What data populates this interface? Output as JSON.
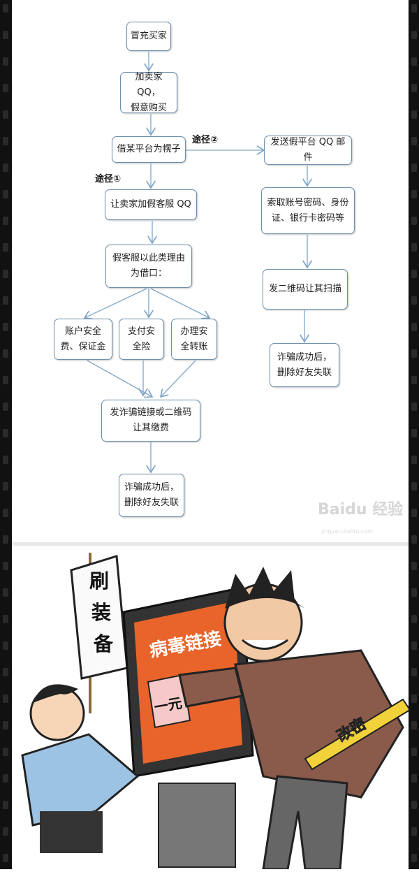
{
  "flowchart": {
    "nodes": {
      "start": "冒充买家",
      "add_qq": "加卖家 QQ，\n假意购买",
      "platform": "借某平台为幌子",
      "fake_cs": "让卖家加假客服 QQ",
      "excuse": "假客服以此类理由\n为借口：",
      "reason1": "账户安全\n费、保证金",
      "reason2": "支付安\n全险",
      "reason3": "办理安\n全转账",
      "send_link": "发诈骗链接或二维码\n让其缴费",
      "end_left": "诈骗成功后，\n删除好友失联",
      "fake_mail": "发送假平台 QQ 邮件",
      "ask_pwd": "索取账号密码、身份\n证、银行卡密码等",
      "send_qr": "发二维码让其扫描",
      "end_right": "诈骗成功后，\n删除好友失联"
    },
    "route1_label": "途径①",
    "route2_label": "途径②",
    "watermark": "Baidu 经验",
    "watermark_url": "jingyan.baidu.com"
  },
  "cartoon": {
    "sign_text": "刷\n装\n备",
    "screen_text": "病毒链接",
    "ticket_text": "一元",
    "pencil_text": "改密"
  },
  "colors": {
    "box_border": "#6d8fae",
    "arrow": "#7fa6c8",
    "screen": "#e8642a"
  }
}
